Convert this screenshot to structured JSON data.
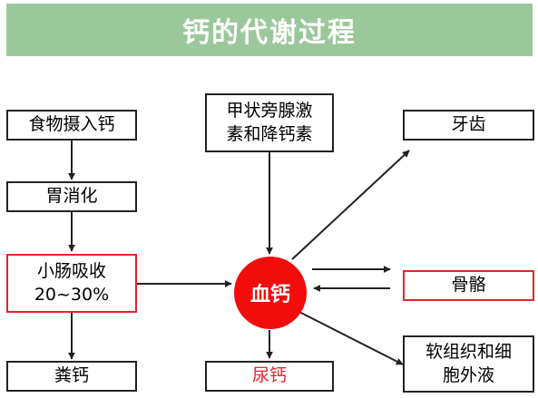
{
  "title": "钙的代谢过程",
  "colors": {
    "title_bg": "#9bc89b",
    "accent_red": "#e8222a",
    "center_fill": "#f20c0c",
    "border": "#222222",
    "arrow": "#222222"
  },
  "nodes": {
    "food_intake": "食物摄入钙",
    "stomach_digestion": "胃消化",
    "small_intestine": {
      "line1": "小肠吸收",
      "line2": "20~30%"
    },
    "feces": "粪钙",
    "hormones": {
      "line1": "甲状旁腺激",
      "line2": "素和降钙素"
    },
    "blood_calcium": "血钙",
    "urine": "尿钙",
    "teeth": "牙齿",
    "bone": "骨骼",
    "extracellular": {
      "line1": "软组织和细",
      "line2": "胞外液"
    }
  }
}
